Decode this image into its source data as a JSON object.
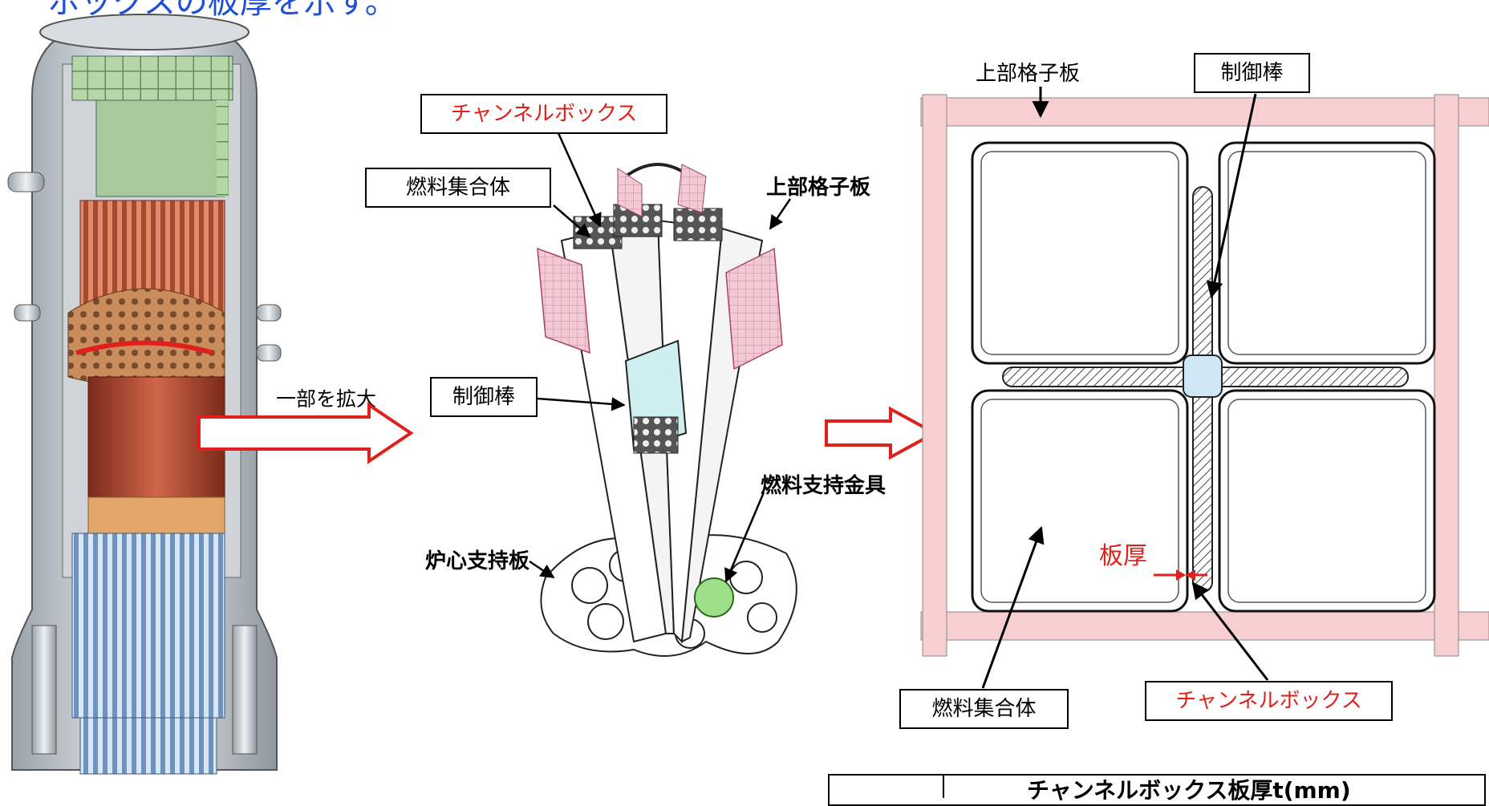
{
  "header": {
    "title_fragment": "ボックスの板厚を示す。"
  },
  "arrows": {
    "zoom_text": "一部を拡大"
  },
  "middle": {
    "channel_box": "チャンネルボックス",
    "fuel_assembly": "燃料集合体",
    "upper_grid": "上部格子板",
    "control_rod": "制御棒",
    "fuel_support": "燃料支持金具",
    "core_plate": "炉心支持板"
  },
  "right": {
    "upper_grid": "上部格子板",
    "control_rod": "制御棒",
    "thickness": "板厚",
    "fuel_assembly": "燃料集合体",
    "channel_box": "チャンネルボックス"
  },
  "table": {
    "header": "チャンネルボックス板厚t(mm)"
  },
  "colors": {
    "title_blue": "#1f4fd6",
    "label_red": "#e0201b",
    "grid_pink": "#f7cfd0",
    "rod_blue": "#cfe6f7",
    "reactor_red": "#b84a2c",
    "reactor_blue": "#8fb3d9",
    "reactor_green": "#8fbf8f"
  }
}
